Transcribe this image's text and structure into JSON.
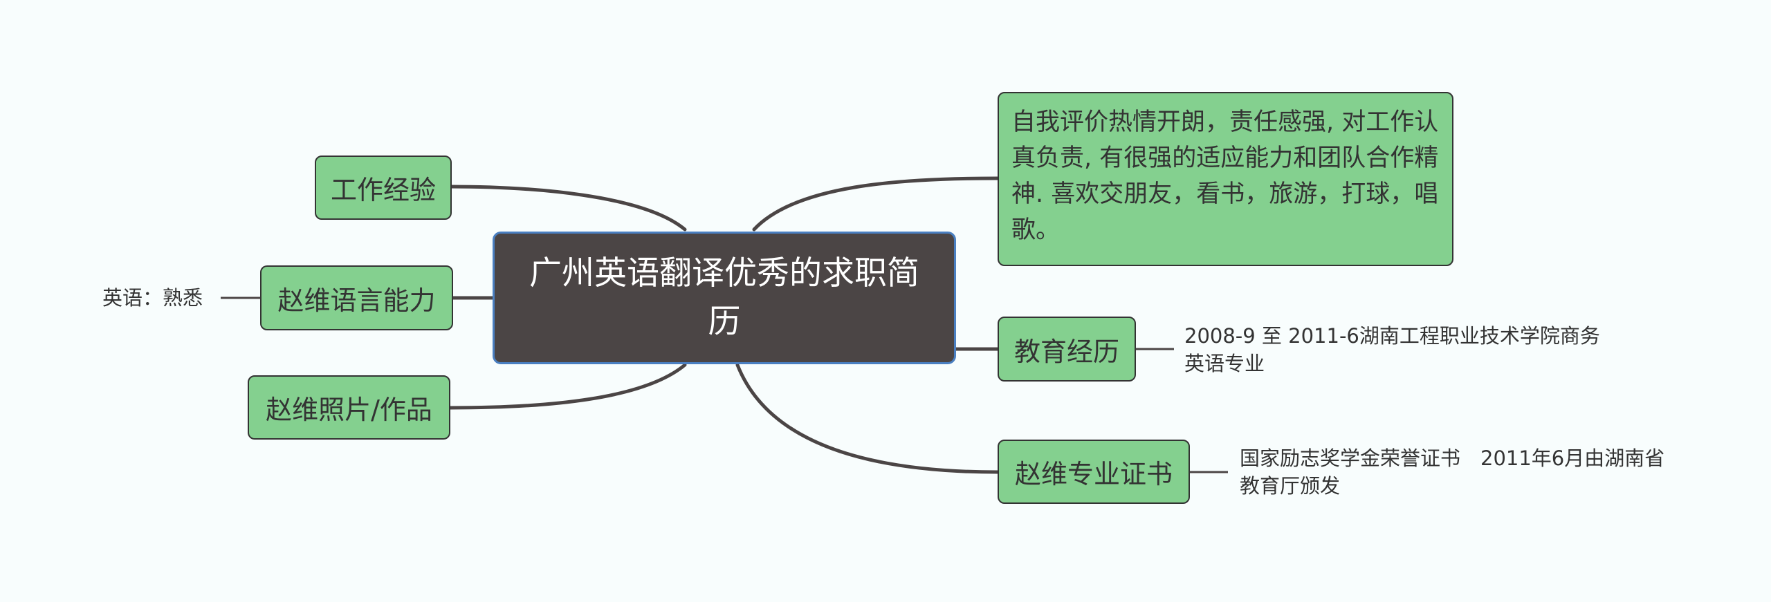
{
  "root": {
    "title": "广州英语翻译优秀的求职简历"
  },
  "branches": {
    "work": {
      "label": "工作经验"
    },
    "language": {
      "label": "赵维语言能力",
      "leaf": "英语：熟悉"
    },
    "photo": {
      "label": "赵维照片/作品"
    },
    "self_eval": {
      "text": "自我评价热情开朗，责任感强, 对工作认真负责, 有很强的适应能力和团队合作精神. 喜欢交朋友，看书，旅游，打球，唱歌。"
    },
    "education": {
      "label": "教育经历",
      "leaf": "2008-9 至 2011-6湖南工程职业技术学院商务英语专业"
    },
    "certificate": {
      "label": "赵维专业证书",
      "leaf": "国家励志奖学金荣誉证书　2011年6月由湖南省教育厅颁发"
    }
  },
  "colors": {
    "background": "#f8fdfd",
    "root_fill": "#4b4545",
    "root_border": "#4a7fc1",
    "branch_fill": "#84d08f",
    "connector": "#4b4545"
  }
}
